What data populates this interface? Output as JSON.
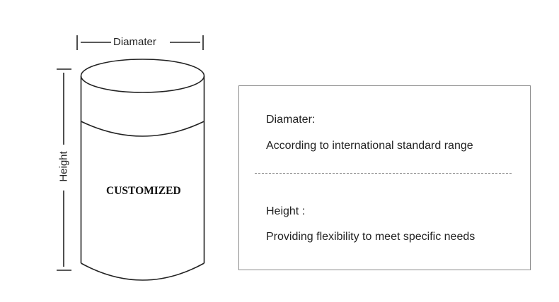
{
  "diagram": {
    "diameter_label": "Diamater",
    "height_label": "Height",
    "cylinder_label": "CUSTOMIZED"
  },
  "info_box": {
    "diameter_title": "Diamater:",
    "diameter_text": "According to international standard range",
    "height_title": "Height :",
    "height_text": "Providing flexibility to meet specific needs"
  }
}
